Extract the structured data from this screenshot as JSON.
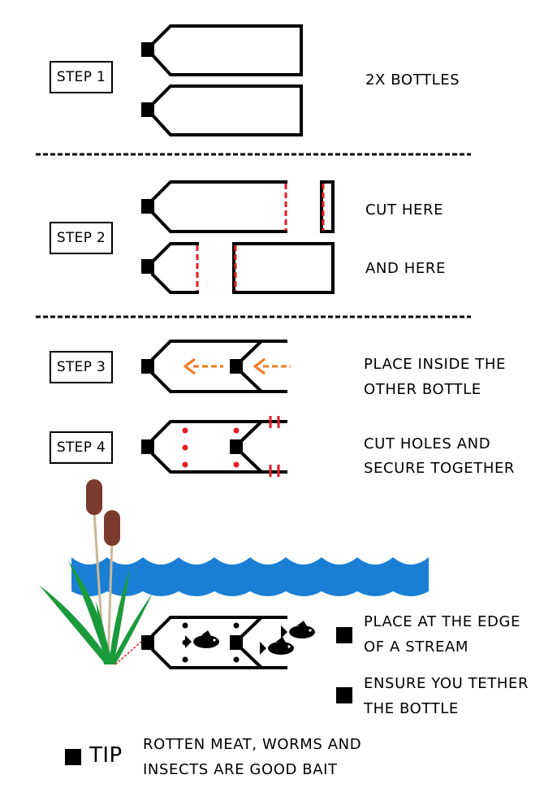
{
  "steps": [
    {
      "label": "STEP 1",
      "text": [
        "2X BOTTLES"
      ]
    },
    {
      "label": "STEP 2",
      "text": [
        "CUT HERE",
        "AND HERE"
      ]
    },
    {
      "label": "STEP 3",
      "text": [
        "PLACE INSIDE THE",
        "OTHER BOTTLE"
      ]
    },
    {
      "label": "STEP 4",
      "text": [
        "CUT HOLES AND",
        "SECURE TOGETHER"
      ]
    }
  ],
  "instructions": [
    [
      "PLACE AT THE EDGE",
      "OF A STREAM"
    ],
    [
      "ENSURE YOU TETHER",
      "THE BOTTLE"
    ]
  ],
  "tip": {
    "label": "TIP",
    "text": [
      "ROTTEN MEAT, WORMS AND",
      "INSECTS ARE GOOD BAIT"
    ]
  },
  "colors": {
    "cut_line": "#e31b23",
    "arrow": "#f47920",
    "water": "#1a7fd4",
    "reed_leaf": "#1a9a3a",
    "cattail": "#7a3b2e",
    "cattail_stem": "#c8b89a"
  }
}
